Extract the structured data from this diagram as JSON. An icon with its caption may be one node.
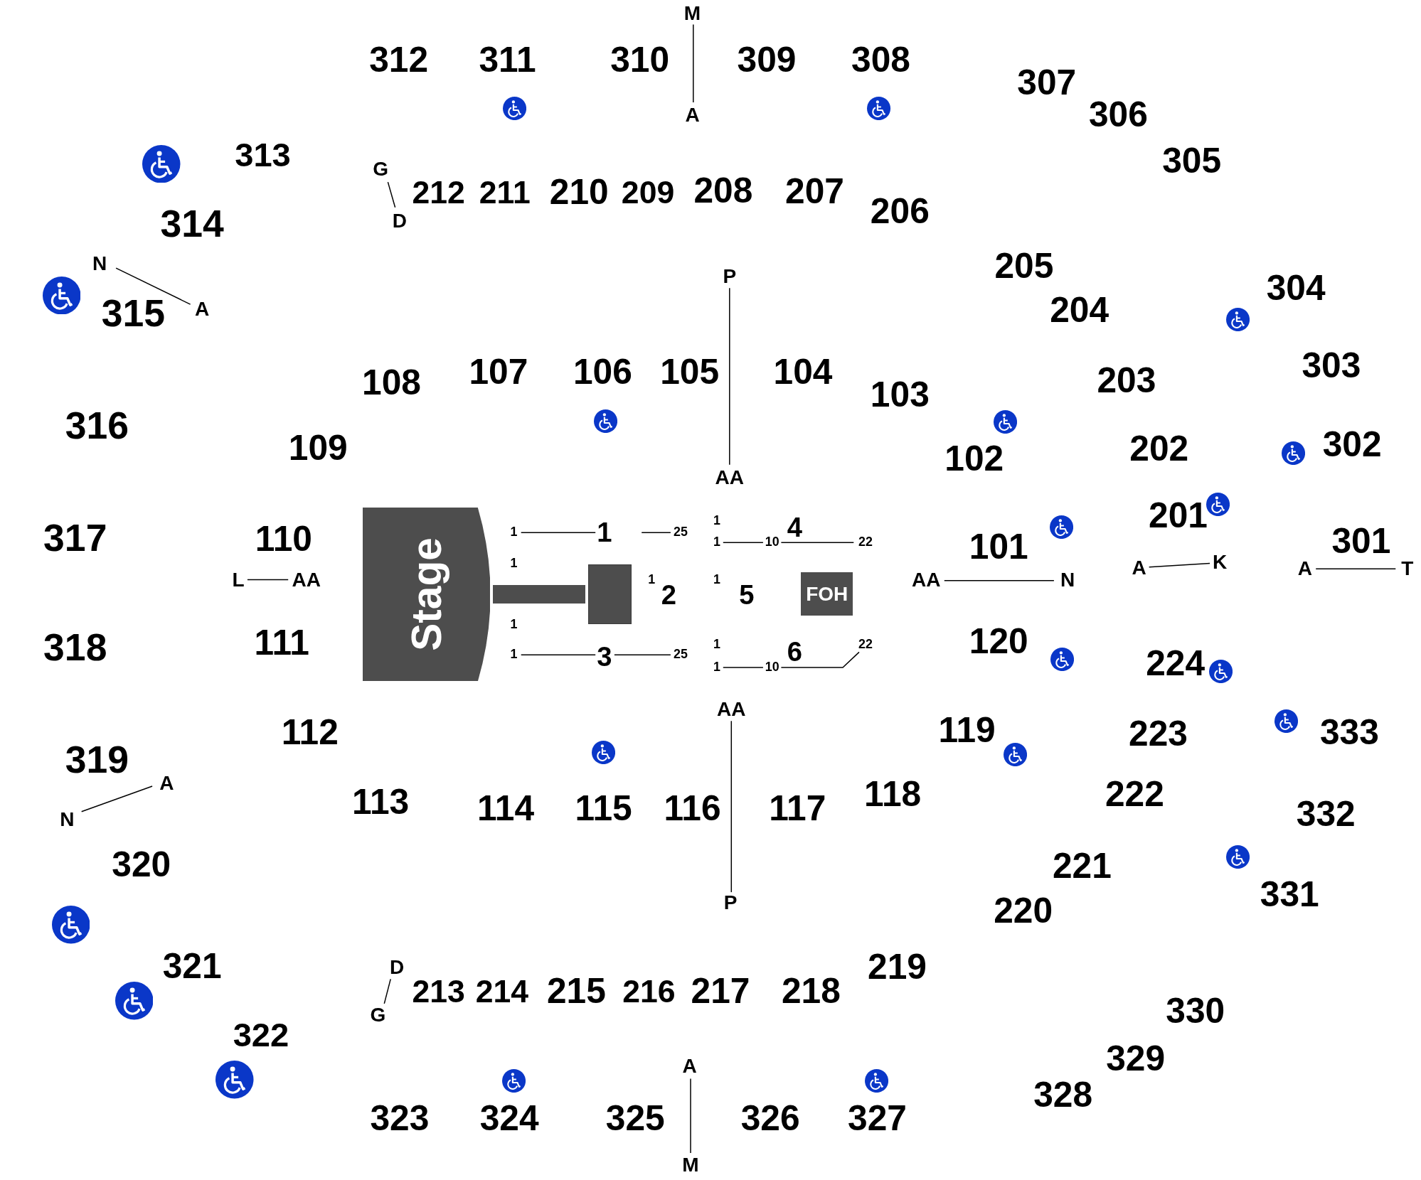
{
  "diagram": {
    "nodes": [
      {
        "text": [
          "Stage"
        ]
      },
      {
        "text": [],
        "shape": "bar"
      },
      {
        "text": [],
        "shape": "box"
      },
      {
        "text": [
          "FOH"
        ]
      }
    ],
    "labels": [
      "M",
      "312",
      "311",
      "310",
      "309",
      "308",
      "307",
      "A",
      "306",
      "313",
      "305",
      "G",
      "212",
      "211",
      "210",
      "209",
      "208",
      "207",
      "206",
      "D",
      "314",
      "N",
      "205",
      "P",
      "304",
      "A",
      "315",
      "204",
      "108",
      "107",
      "106",
      "105",
      "104",
      "103",
      "203",
      "303",
      "316",
      "109",
      "102",
      "202",
      "302",
      "AA",
      "201",
      "1",
      "4",
      "1",
      "1",
      "25",
      "317",
      "110",
      "1",
      "10",
      "22",
      "101",
      "301",
      "K",
      "1",
      "A",
      "A",
      "T",
      "L",
      "AA",
      "1",
      "1",
      "AA",
      "N",
      "2",
      "5",
      "1",
      "111",
      "120",
      "1",
      "22",
      "318",
      "6",
      "1",
      "3",
      "25",
      "224",
      "1",
      "10",
      "AA",
      "112",
      "119",
      "223",
      "333",
      "319",
      "A",
      "113",
      "114",
      "115",
      "116",
      "117",
      "118",
      "222",
      "332",
      "N",
      "320",
      "221",
      "331",
      "P",
      "220",
      "321",
      "D",
      "219",
      "213",
      "214",
      "215",
      "216",
      "217",
      "218",
      "330",
      "G",
      "322",
      "329",
      "A",
      "328",
      "323",
      "324",
      "325",
      "326",
      "327",
      "M"
    ]
  }
}
